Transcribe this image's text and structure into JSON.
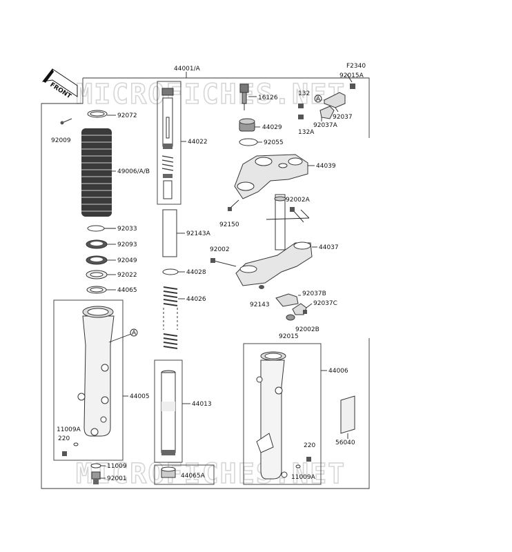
{
  "figure_code": "F2340",
  "watermark": "MICROFICHES.NET",
  "front_label": "FRONT",
  "reference_mark": "A",
  "labels": {
    "l44001A": "44001/A",
    "l92015A": "92015A",
    "l132": "132",
    "l132A": "132A",
    "l92037": "92037",
    "l92037A": "92037A",
    "l16126": "16126",
    "l44029": "44029",
    "l92055": "92055",
    "l92072": "92072",
    "l92009": "92009",
    "l44022": "44022",
    "l49006": "49006/A/B",
    "l44039": "44039",
    "l92002A": "92002A",
    "l92150": "92150",
    "l92033": "92033",
    "l92143A": "92143A",
    "l92093": "92093",
    "l92049": "92049",
    "l92002": "92002",
    "l44037": "44037",
    "l92022": "92022",
    "l44028": "44028",
    "l44065": "44065",
    "l44026": "44026",
    "l92037B": "92037B",
    "l92143": "92143",
    "l92037C": "92037C",
    "l92002B": "92002B",
    "l92015": "92015",
    "l44006": "44006",
    "l44005": "44005",
    "l44013": "44013",
    "l11009A_left": "11009A",
    "l220_left": "220",
    "l56040": "56040",
    "l220_right": "220",
    "l11009": "11009",
    "l92001": "92001",
    "l44065A": "44065A",
    "l11009A_right": "11009A"
  }
}
